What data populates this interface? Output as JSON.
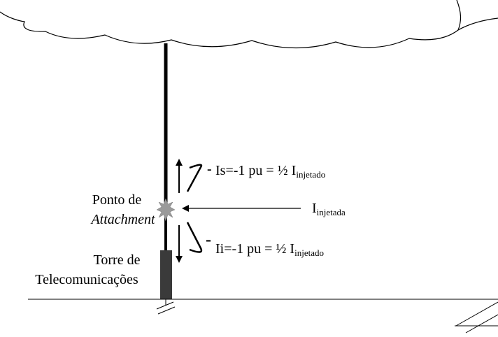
{
  "labels": {
    "upper_current": {
      "main": "Is=-1 pu = ½ I",
      "sub": "injetado"
    },
    "injected_current": {
      "main": "I",
      "sub": "injetada"
    },
    "lower_current": {
      "main": "Ii=-1 pu = ½ I",
      "sub": "injetado"
    },
    "attachment_point": {
      "line1": "Ponto de",
      "line2": "Attachment"
    },
    "tower": {
      "line1": "Torre de",
      "line2": "Telecomunicações"
    },
    "upper_sign": "-",
    "lower_sign": "-"
  },
  "colors": {
    "ink": "#000000",
    "tower": "#3a3a3a",
    "spark": "#9a9a9a",
    "background": "#ffffff"
  }
}
